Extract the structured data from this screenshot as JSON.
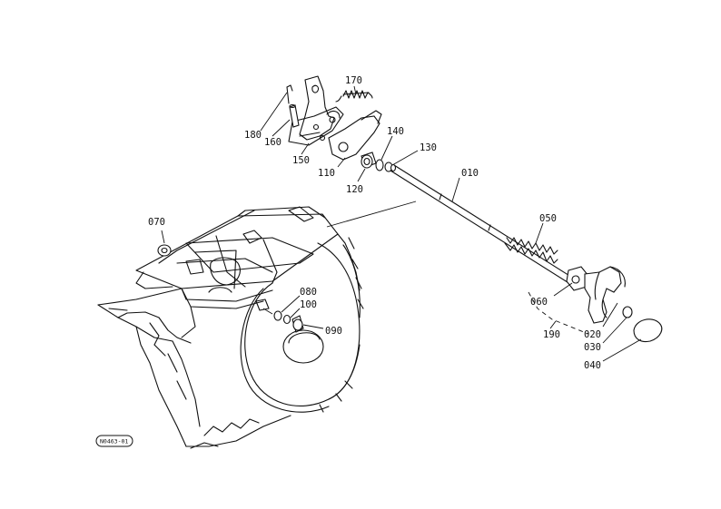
{
  "diagram": {
    "callouts": [
      {
        "id": "170",
        "label": "170"
      },
      {
        "id": "180",
        "label": "180"
      },
      {
        "id": "160",
        "label": "160"
      },
      {
        "id": "150",
        "label": "150"
      },
      {
        "id": "110",
        "label": "110"
      },
      {
        "id": "120",
        "label": "120"
      },
      {
        "id": "140",
        "label": "140"
      },
      {
        "id": "130",
        "label": "130"
      },
      {
        "id": "010",
        "label": "010"
      },
      {
        "id": "050",
        "label": "050"
      },
      {
        "id": "070",
        "label": "070"
      },
      {
        "id": "060",
        "label": "060"
      },
      {
        "id": "080",
        "label": "080"
      },
      {
        "id": "100",
        "label": "100"
      },
      {
        "id": "090",
        "label": "090"
      },
      {
        "id": "190",
        "label": "190"
      },
      {
        "id": "020",
        "label": "020"
      },
      {
        "id": "030",
        "label": "030"
      },
      {
        "id": "040",
        "label": "040"
      }
    ],
    "stamp": "N0463-01"
  }
}
